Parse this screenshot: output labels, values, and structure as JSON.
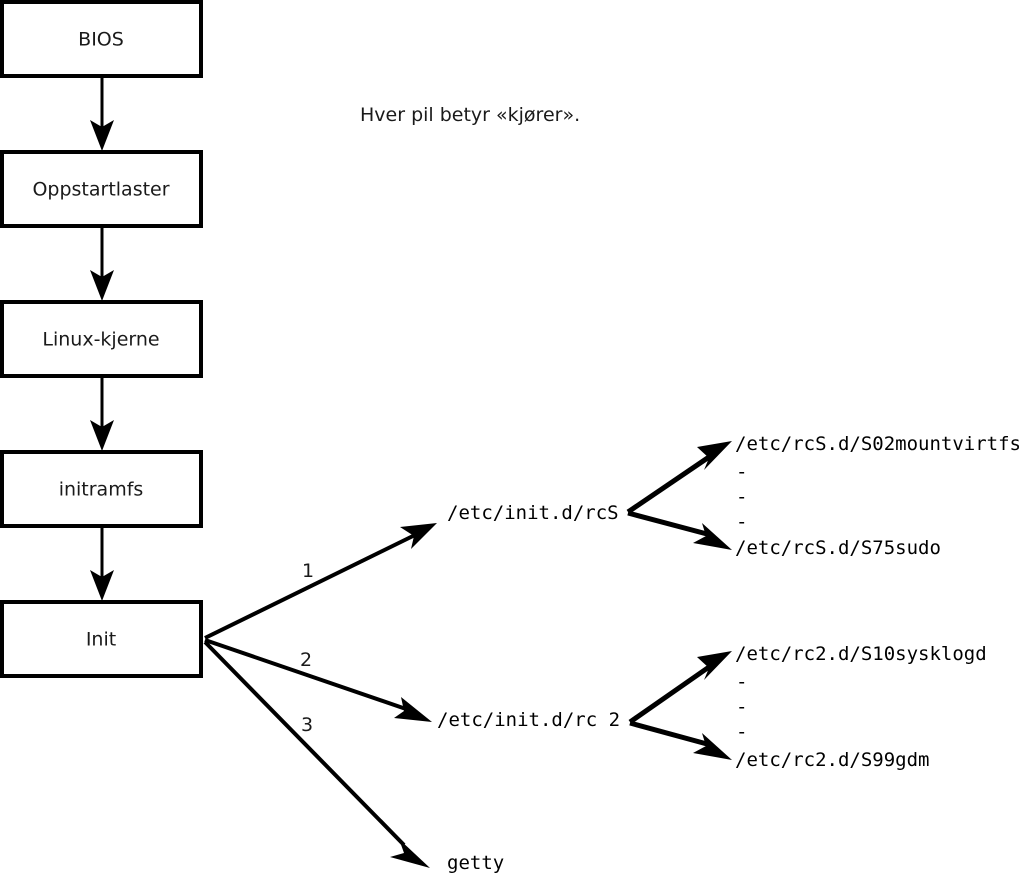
{
  "diagram": {
    "title_note": "Hver pil betyr «kjører».",
    "stages": [
      {
        "id": "bios",
        "label": "BIOS"
      },
      {
        "id": "bootloader",
        "label": "Oppstartlaster"
      },
      {
        "id": "kernel",
        "label": "Linux-kjerne"
      },
      {
        "id": "initramfs",
        "label": "initramfs"
      },
      {
        "id": "init",
        "label": "Init"
      }
    ],
    "init_branches": [
      {
        "number": "1",
        "target": "/etc/init.d/rcS"
      },
      {
        "number": "2",
        "target": "/etc/init.d/rc 2"
      },
      {
        "number": "3",
        "target": "getty"
      }
    ],
    "rcs_scripts": {
      "first": "/etc/rcS.d/S02mountvirtfs",
      "last": "/etc/rcS.d/S75sudo",
      "ellipsis": [
        "-",
        "-",
        "-"
      ]
    },
    "rc2_scripts": {
      "first": "/etc/rc2.d/S10sysklogd",
      "last": "/etc/rc2.d/S99gdm",
      "ellipsis": [
        "-",
        "-",
        "-"
      ]
    },
    "colors": {
      "stroke": "#000000",
      "background": "#ffffff",
      "text": "#1a1a1a"
    }
  }
}
